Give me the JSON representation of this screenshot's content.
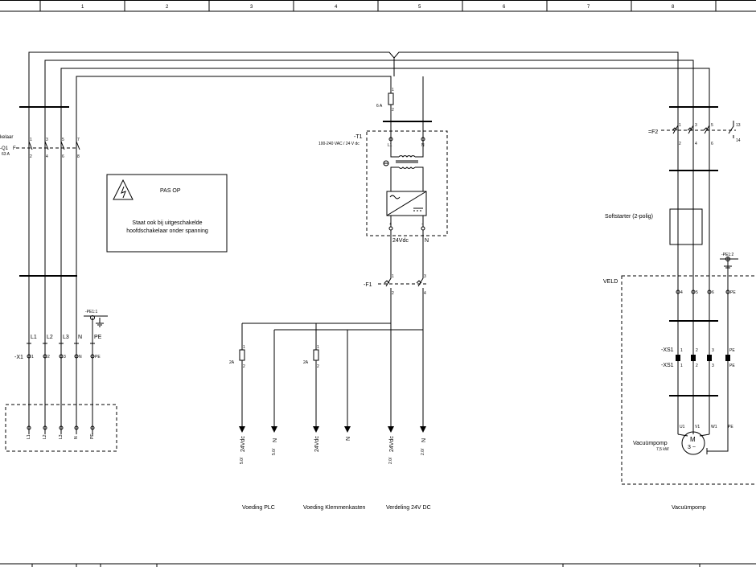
{
  "frame": {
    "columns": [
      "1",
      "2",
      "3",
      "4",
      "5",
      "6",
      "7",
      "8"
    ]
  },
  "left": {
    "switch_partial": "kelaar",
    "q1_tag": "-Q1",
    "q1_sub": "F",
    "q1_rating": "63 A",
    "switch_top_nums": [
      "1",
      "3",
      "5",
      "7"
    ],
    "switch_bot_nums": [
      "2",
      "4",
      "6",
      "8"
    ],
    "phase_labels": [
      "L1",
      "L2",
      "L3",
      "N",
      "PE"
    ],
    "x1_tag": "-X1",
    "x1_terms": [
      "1",
      "2",
      "3",
      "N",
      "PE"
    ],
    "pe_tag": "-PE1:1",
    "bottom_terms": [
      "L1",
      "L2",
      "L3",
      "N",
      "PE"
    ]
  },
  "warning": {
    "title": "PAS OP",
    "line1": "Staat ook bij uitgeschakelde",
    "line2": "hoofdschakelaar onder spanning"
  },
  "psu": {
    "fuse_top": "1",
    "fuse_bot": "2",
    "fuse_rating": "6 A",
    "t1_tag": "-T1",
    "t1_desc": "100-240 VAC / 24 V dc",
    "in_l": "L1",
    "in_n": "N",
    "out_plus": "+",
    "out_minus": "-",
    "out_24": "24Vdc",
    "out_n": "N",
    "f1_tag": "-F1",
    "f1_nums": [
      "1",
      "2",
      "3",
      "4"
    ]
  },
  "outputs": {
    "fuse_rating": "2A",
    "fuse_nums": [
      "1",
      "2"
    ],
    "arrows": [
      {
        "label": "24Vdc",
        "ref": "5.0/"
      },
      {
        "label": "N",
        "ref": "5.0/"
      },
      {
        "label": "24Vdc",
        "ref": ""
      },
      {
        "label": "N",
        "ref": ""
      },
      {
        "label": "24Vdc",
        "ref": "2.0/"
      },
      {
        "label": "N",
        "ref": "2.0/"
      }
    ],
    "captions": [
      "Voeding PLC",
      "Voeding Klemmenkasten",
      "Verdeling 24V DC"
    ]
  },
  "right": {
    "f2_tag": "=F2",
    "f2_top": [
      "1",
      "3",
      "5"
    ],
    "f2_bot": [
      "2",
      "4",
      "6"
    ],
    "aux_nums": [
      "13",
      "14"
    ],
    "softstarter": "Softstarter (2-polig)",
    "pe_tag": "-PE1:2",
    "veld": "VELD",
    "veld_terms": [
      "4",
      "5",
      "6",
      "PE"
    ],
    "xs1a": "-XS1",
    "xs1b": "-XS1",
    "xs1_nums": [
      "1",
      "2",
      "3",
      "PE"
    ],
    "motor_terms": [
      "U1",
      "V1",
      "W1",
      "PE"
    ],
    "motor_name": "Vacuümpomp",
    "motor_power": "7,5 kW",
    "motor_m": "M",
    "motor_3": "3 ~",
    "caption": "Vacuümpomp"
  },
  "colors": {
    "line": "#000000",
    "background": "#ffffff"
  }
}
